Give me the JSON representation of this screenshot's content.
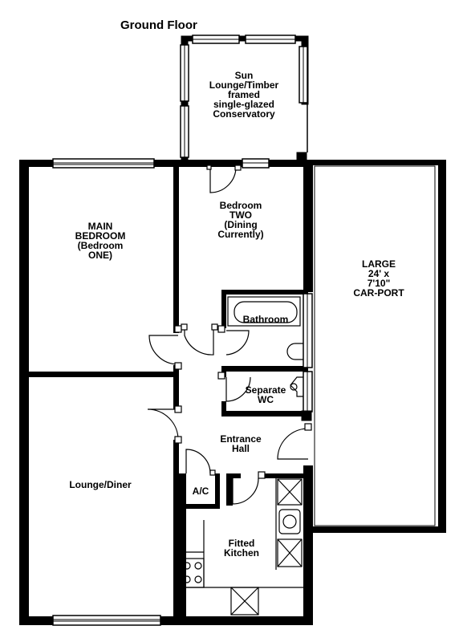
{
  "title": "Ground Floor",
  "rooms": {
    "sun_lounge": [
      "Sun",
      "Lounge/Timber",
      "framed",
      "single-glazed",
      "Conservatory"
    ],
    "bedroom_two": [
      "Bedroom",
      "TWO",
      "(Dining",
      "Currently)"
    ],
    "main_bedroom": [
      "MAIN",
      "BEDROOM",
      "(Bedroom",
      "ONE)"
    ],
    "carport": [
      "LARGE",
      "24' x",
      "7'10\"",
      "CAR-PORT"
    ],
    "bathroom": [
      "Bathroom"
    ],
    "separate_wc": [
      "Separate",
      "WC"
    ],
    "entrance_hall": [
      "Entrance",
      "Hall"
    ],
    "lounge_diner": [
      "Lounge/Diner"
    ],
    "ac": [
      "A/C"
    ],
    "kitchen": [
      "Fitted",
      "Kitchen"
    ]
  }
}
